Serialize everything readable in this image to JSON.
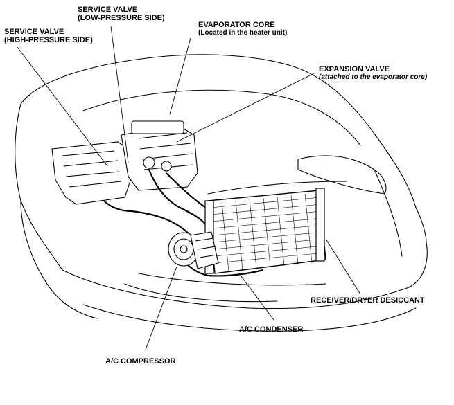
{
  "labels": {
    "service_valve_low": {
      "title": "SERVICE VALVE",
      "sub": "(LOW-PRESSURE SIDE)"
    },
    "service_valve_high": {
      "title": "SERVICE VALVE",
      "sub": "(HIGH-PRESSURE SIDE)"
    },
    "evaporator_core": {
      "title": "EVAPORATOR CORE",
      "sub": "(Located in the heater unit)"
    },
    "expansion_valve": {
      "title": "EXPANSION VALVE",
      "sub": "(attached to the evaporator core)"
    },
    "receiver_dryer": {
      "title": "RECEIVER/DRYER DESICCANT"
    },
    "condenser": {
      "title": "A/C CONDENSER"
    },
    "compressor": {
      "title": "A/C COMPRESSOR"
    }
  }
}
